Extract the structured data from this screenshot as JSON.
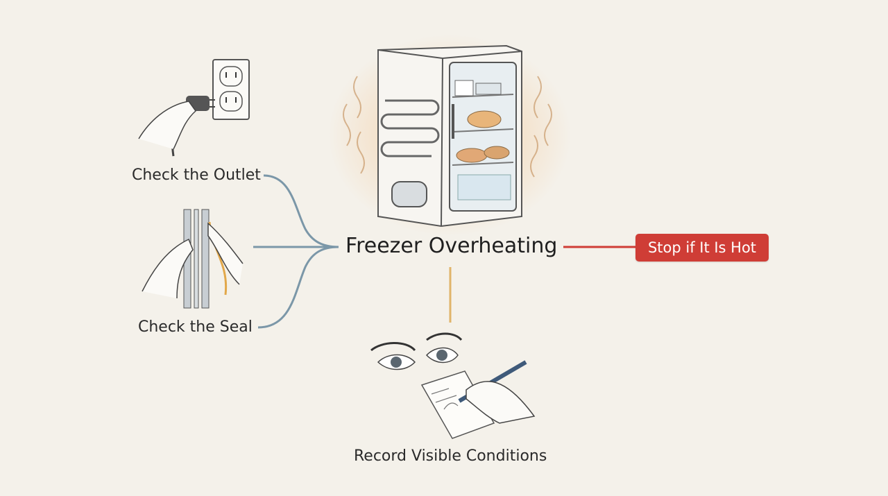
{
  "diagram": {
    "center": {
      "label": "Freezer Overheating"
    },
    "branches": {
      "outlet": {
        "label": "Check the Outlet",
        "color": "#7b97a8"
      },
      "seal": {
        "label": "Check the Seal",
        "color": "#7b97a8"
      },
      "record": {
        "label": "Record Visible Conditions",
        "color": "#e0b46a"
      },
      "warning": {
        "label": "Stop if It Is Hot",
        "color": "#cf3d36"
      }
    },
    "illustrations": [
      "freezer-heat-icon",
      "outlet-plug-icon",
      "door-seal-hands-icon",
      "eyes-writing-notes-icon"
    ]
  }
}
